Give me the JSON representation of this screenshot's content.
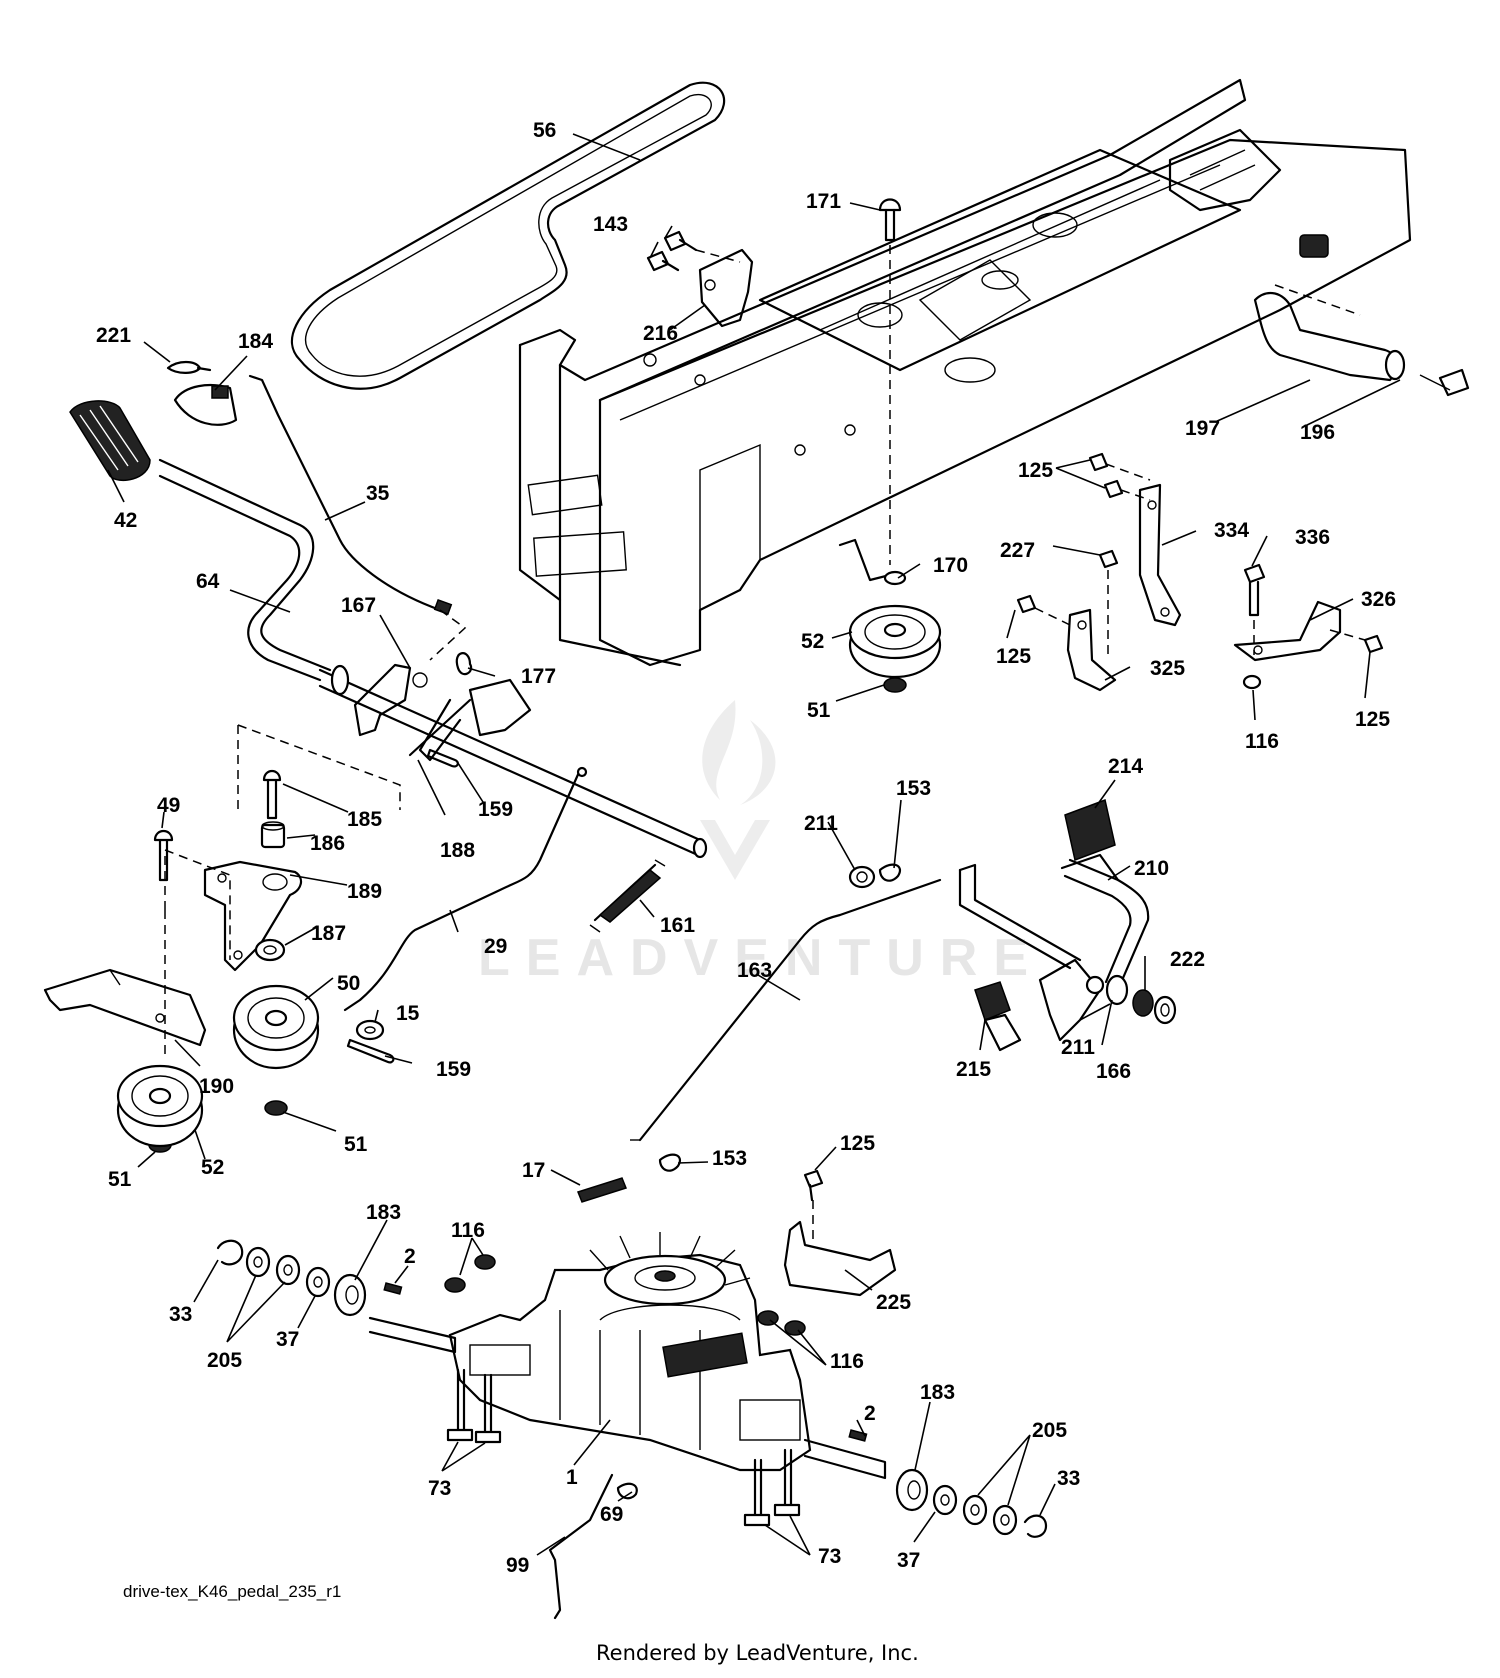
{
  "diagram": {
    "labels": [
      {
        "id": "56",
        "text": "56"
      },
      {
        "id": "171",
        "text": "171"
      },
      {
        "id": "143",
        "text": "143"
      },
      {
        "id": "216",
        "text": "216"
      },
      {
        "id": "221",
        "text": "221"
      },
      {
        "id": "184",
        "text": "184"
      },
      {
        "id": "42",
        "text": "42"
      },
      {
        "id": "35",
        "text": "35"
      },
      {
        "id": "64",
        "text": "64"
      },
      {
        "id": "167",
        "text": "167"
      },
      {
        "id": "177",
        "text": "177"
      },
      {
        "id": "197",
        "text": "197"
      },
      {
        "id": "196",
        "text": "196"
      },
      {
        "id": "125a",
        "text": "125"
      },
      {
        "id": "334",
        "text": "334"
      },
      {
        "id": "227",
        "text": "227"
      },
      {
        "id": "336",
        "text": "336"
      },
      {
        "id": "170",
        "text": "170"
      },
      {
        "id": "326",
        "text": "326"
      },
      {
        "id": "52a",
        "text": "52"
      },
      {
        "id": "125b",
        "text": "125"
      },
      {
        "id": "325",
        "text": "325"
      },
      {
        "id": "51a",
        "text": "51"
      },
      {
        "id": "116a",
        "text": "116"
      },
      {
        "id": "125c",
        "text": "125"
      },
      {
        "id": "214",
        "text": "214"
      },
      {
        "id": "49",
        "text": "49"
      },
      {
        "id": "185",
        "text": "185"
      },
      {
        "id": "159a",
        "text": "159"
      },
      {
        "id": "186",
        "text": "186"
      },
      {
        "id": "188",
        "text": "188"
      },
      {
        "id": "153a",
        "text": "153"
      },
      {
        "id": "211a",
        "text": "211"
      },
      {
        "id": "210",
        "text": "210"
      },
      {
        "id": "189",
        "text": "189"
      },
      {
        "id": "161",
        "text": "161"
      },
      {
        "id": "187",
        "text": "187"
      },
      {
        "id": "29",
        "text": "29"
      },
      {
        "id": "163",
        "text": "163"
      },
      {
        "id": "222",
        "text": "222"
      },
      {
        "id": "50",
        "text": "50"
      },
      {
        "id": "15",
        "text": "15"
      },
      {
        "id": "211b",
        "text": "211"
      },
      {
        "id": "166",
        "text": "166"
      },
      {
        "id": "215",
        "text": "215"
      },
      {
        "id": "159b",
        "text": "159"
      },
      {
        "id": "190",
        "text": "190"
      },
      {
        "id": "51b",
        "text": "51"
      },
      {
        "id": "52b",
        "text": "52"
      },
      {
        "id": "51c",
        "text": "51"
      },
      {
        "id": "125d",
        "text": "125"
      },
      {
        "id": "17",
        "text": "17"
      },
      {
        "id": "153b",
        "text": "153"
      },
      {
        "id": "183a",
        "text": "183"
      },
      {
        "id": "116b",
        "text": "116"
      },
      {
        "id": "2a",
        "text": "2"
      },
      {
        "id": "33a",
        "text": "33"
      },
      {
        "id": "225",
        "text": "225"
      },
      {
        "id": "205a",
        "text": "205"
      },
      {
        "id": "37a",
        "text": "37"
      },
      {
        "id": "116c",
        "text": "116"
      },
      {
        "id": "2b",
        "text": "2"
      },
      {
        "id": "183b",
        "text": "183"
      },
      {
        "id": "205b",
        "text": "205"
      },
      {
        "id": "73a",
        "text": "73"
      },
      {
        "id": "1",
        "text": "1"
      },
      {
        "id": "33b",
        "text": "33"
      },
      {
        "id": "69",
        "text": "69"
      },
      {
        "id": "73b",
        "text": "73"
      },
      {
        "id": "99",
        "text": "99"
      },
      {
        "id": "37b",
        "text": "37"
      }
    ],
    "caption": "drive-tex_K46_pedal_235_r1",
    "watermark": "LEADVENTURE",
    "footer": "Rendered by LeadVenture, Inc."
  }
}
